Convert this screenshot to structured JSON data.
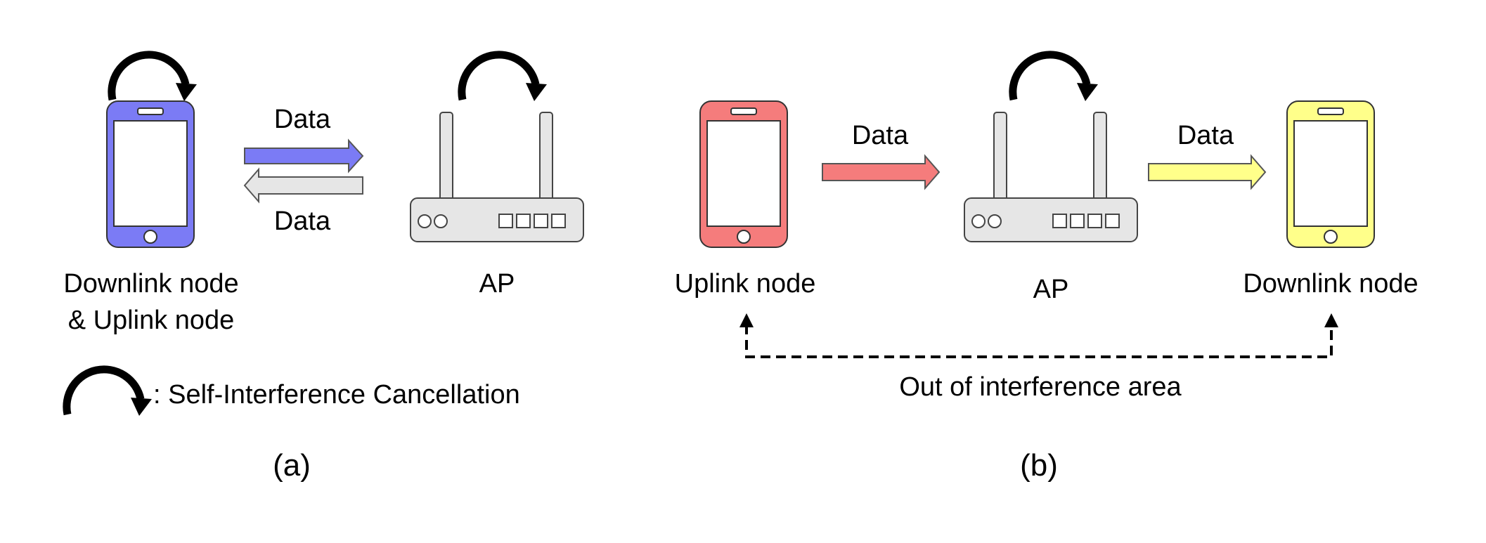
{
  "panel_a": {
    "phone_color": "#7b7bf5",
    "node_label_line1": "Downlink node",
    "node_label_line2": "& Uplink node",
    "ap_label": "AP",
    "data_top": "Data",
    "data_bottom": "Data",
    "arrow_right_color": "#7b7bf5",
    "arrow_left_color": "#e6e6e6",
    "legend_text": ": Self-Interference Cancellation",
    "caption": "(a)"
  },
  "panel_b": {
    "uplink_phone_color": "#f57c7c",
    "downlink_phone_color": "#ffff8a",
    "uplink_label": "Uplink node",
    "ap_label": "AP",
    "downlink_label": "Downlink node",
    "data_left": "Data",
    "data_right": "Data",
    "arrow_left_color": "#f57c7c",
    "arrow_right_color": "#ffff8a",
    "interference_text": "Out of interference area",
    "caption": "(b)"
  },
  "router_color": "#e6e6e6",
  "icons": [
    "self-interference-cancellation-icon",
    "smartphone-icon",
    "router-icon",
    "data-arrow-icon"
  ]
}
